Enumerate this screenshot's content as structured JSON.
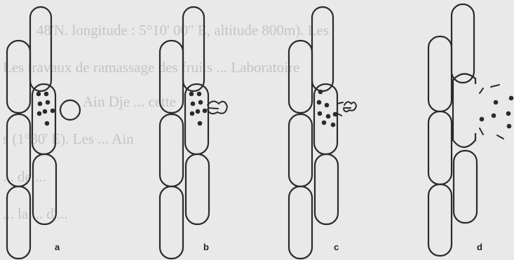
{
  "background_text": [
    "48'N. longitude : 5°10' 00\" E, altitude 800m). Les",
    "Les travaux de ramassage des fruits ... Laboratoire",
    "Ain Dje ... cette",
    "...",
    "s (1°30' E). Les ... Ain",
    "...",
    "... de ...",
    "... la ... d'..."
  ],
  "panels": [
    {
      "label": "a"
    },
    {
      "label": "b"
    },
    {
      "label": "c"
    },
    {
      "label": "d"
    }
  ]
}
